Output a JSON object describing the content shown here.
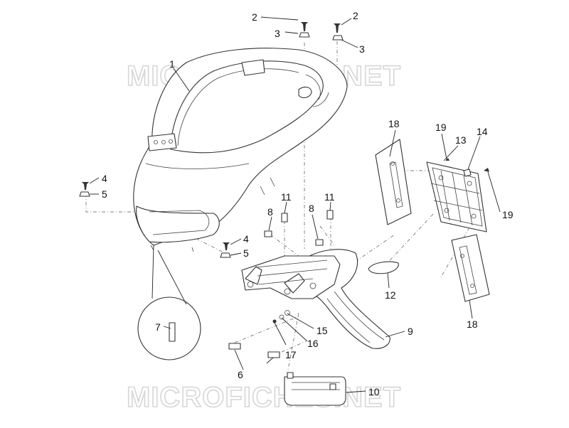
{
  "watermark": {
    "text": "MICROFICHES.NET"
  },
  "callouts": [
    "1",
    "2",
    "2",
    "3",
    "3",
    "4",
    "5",
    "4",
    "5",
    "6",
    "7",
    "8",
    "8",
    "9",
    "10",
    "11",
    "11",
    "12",
    "13",
    "14",
    "15",
    "16",
    "17",
    "18",
    "18",
    "19",
    "19"
  ]
}
